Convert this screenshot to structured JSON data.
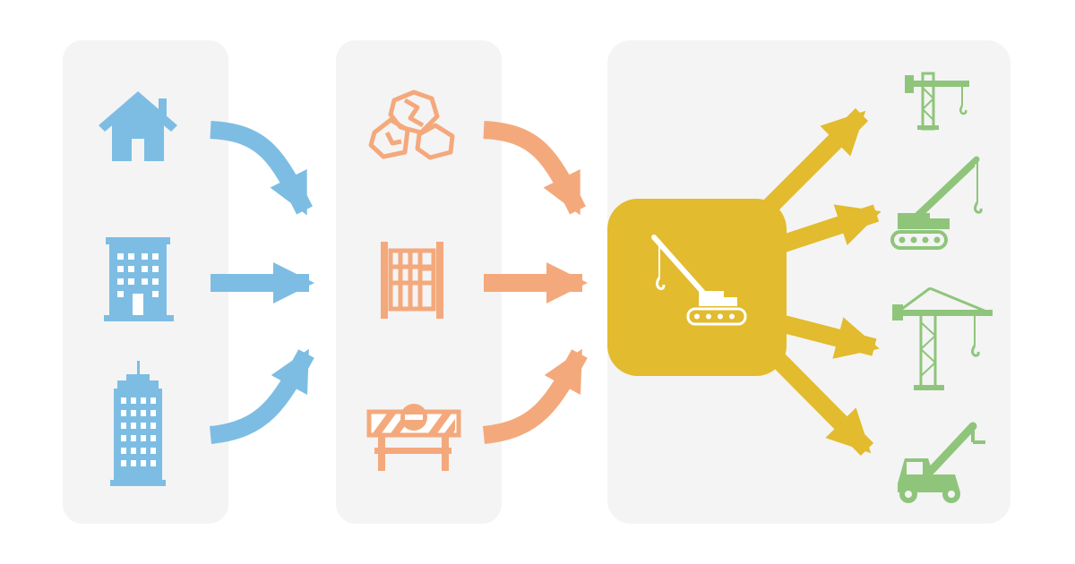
{
  "colors": {
    "background": "#ffffff",
    "panel": "#f4f4f4",
    "blue": "#7dbde3",
    "orange": "#f4a97c",
    "yellow": "#e2bb2e",
    "green": "#8fc57b",
    "white": "#ffffff"
  },
  "columns": [
    {
      "id": "buildings",
      "icons": [
        "house-icon",
        "office-building-icon",
        "skyscraper-icon"
      ]
    },
    {
      "id": "materials",
      "icons": [
        "rubble-icon",
        "fence-panel-icon",
        "road-barrier-icon"
      ]
    },
    {
      "id": "hub",
      "icons": [
        "crawler-crane-icon"
      ]
    },
    {
      "id": "outputs",
      "icons": [
        "tower-crane-icon",
        "crawler-crane-icon",
        "large-tower-crane-icon",
        "telehandler-icon"
      ]
    }
  ]
}
